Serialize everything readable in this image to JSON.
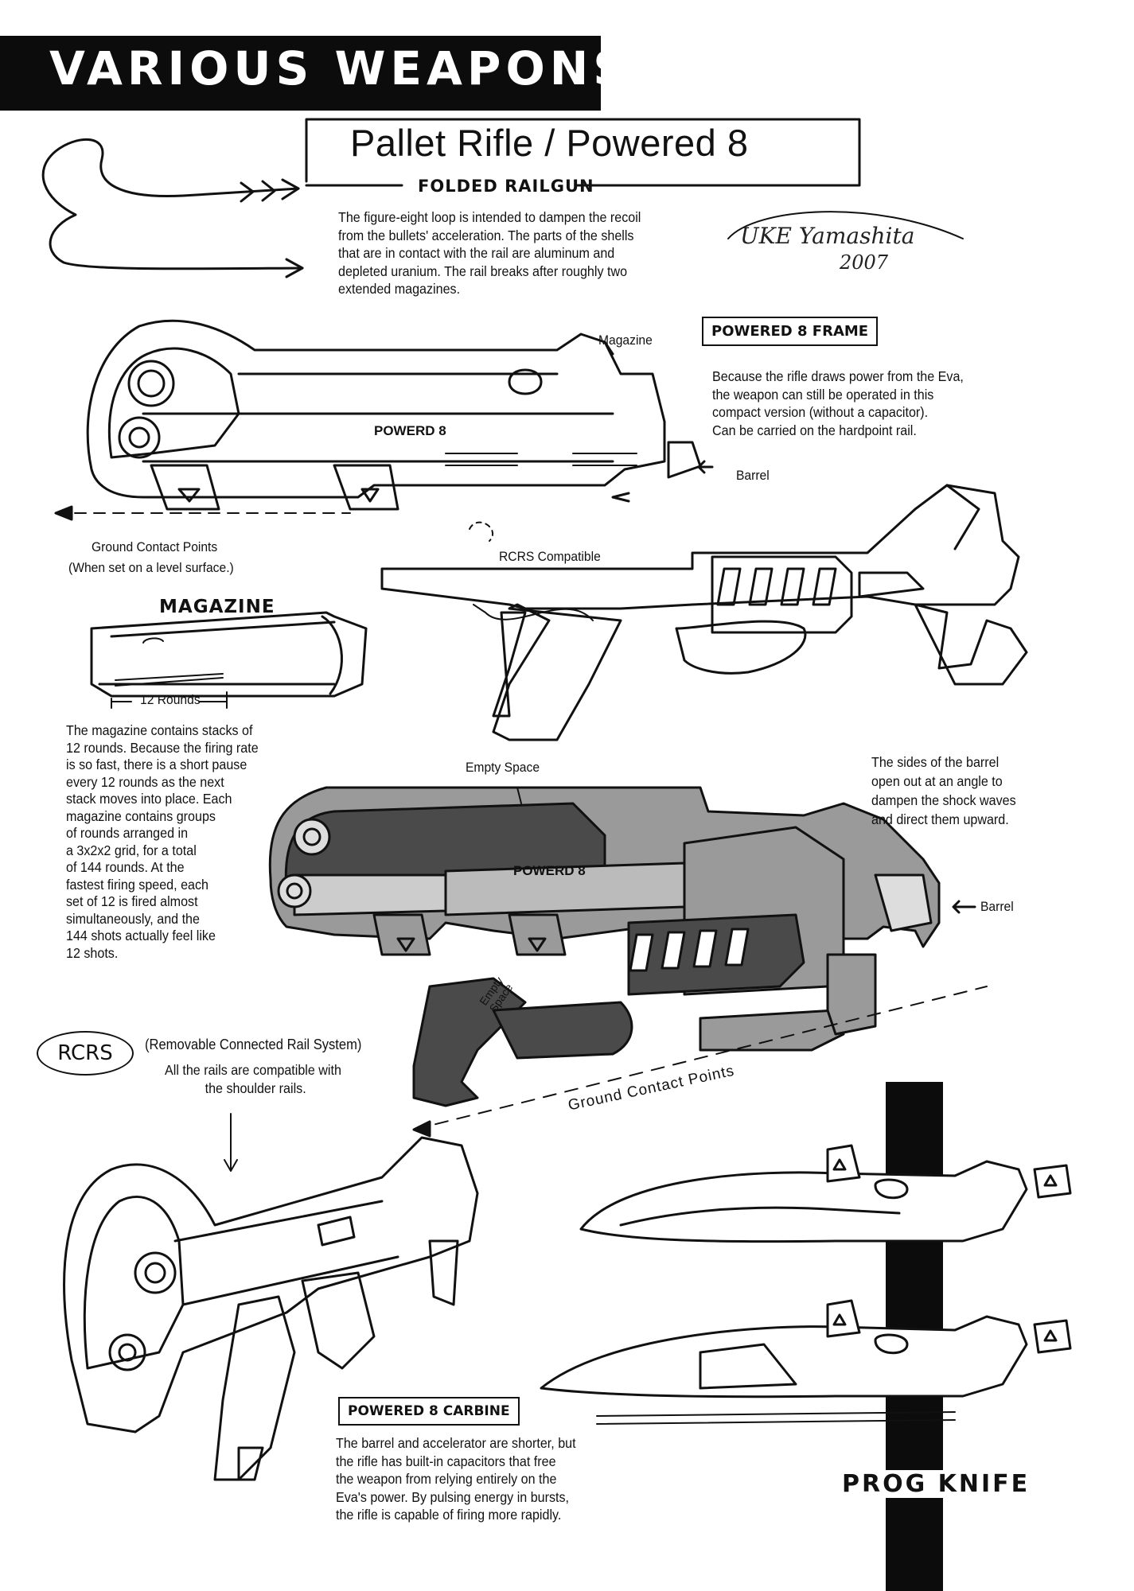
{
  "header": {
    "title": "VARIOUS WEAPONS"
  },
  "title": {
    "main": "Pallet Rifle  /  Powered 8",
    "subtitle": "FOLDED RAILGUN"
  },
  "intro": {
    "lines": [
      "The figure-eight loop is intended to dampen the recoil",
      "from the bullets' acceleration. The parts of the shells",
      "that are in contact with the rail are aluminum and",
      "depleted uranium. The rail breaks after roughly two",
      "extended magazines."
    ]
  },
  "signature": {
    "name": "UKE Yamashita",
    "year": "2007"
  },
  "frame_section": {
    "label": "POWERED 8 FRAME",
    "lines": [
      "Because the rifle draws power from the Eva,",
      "the weapon can still be operated in this",
      "compact version (without a capacitor).",
      "Can be carried on the hardpoint rail."
    ]
  },
  "labels": {
    "magazine": "Magazine",
    "barrel_top": "Barrel",
    "barrel_mid": "Barrel",
    "ground_contact_line1": "Ground Contact Points",
    "ground_contact_line2": "(When set on a level surface.)",
    "rcrs_compatible": "RCRS Compatible",
    "empty_space_top": "Empty Space",
    "empty_space_grip_1": "Empty",
    "empty_space_grip_2": "Space",
    "ground_contact_rot": "Ground Contact Points",
    "rifle_logo_1": "POWERD 8",
    "rifle_logo_2": "POWERD 8"
  },
  "magazine_section": {
    "title": "MAGAZINE",
    "rounds_label": "12 Rounds",
    "lines": [
      "The magazine contains stacks of",
      "12 rounds. Because the firing rate",
      "is so fast, there is a short pause",
      "every 12 rounds as the next",
      "stack moves into place. Each",
      "magazine contains groups",
      "of rounds arranged in",
      "a 3x2x2 grid, for a total",
      "of 144 rounds. At the",
      "fastest firing speed, each",
      "set of 12 is fired almost",
      "simultaneously, and the",
      "144 shots actually feel like",
      "12 shots."
    ]
  },
  "barrel_note": {
    "lines": [
      "The sides of the barrel",
      "open out at an angle to",
      "dampen the shock waves",
      "and direct them upward."
    ]
  },
  "rcrs": {
    "badge": "RCRS",
    "title": "(Removable Connected Rail System)",
    "lines": [
      "All the rails are compatible with",
      "the shoulder rails."
    ]
  },
  "carbine": {
    "label": "POWERED 8 CARBINE",
    "lines": [
      "The barrel and accelerator are shorter, but",
      "the rifle has built-in capacitors that free",
      "the weapon from relying entirely on the",
      "Eva's power. By pulsing energy in bursts,",
      "the rifle is capable of firing more rapidly."
    ]
  },
  "knife": {
    "title": "PROG KNIFE"
  },
  "colors": {
    "ink": "#111111",
    "gray_fill": "#9a9a9a",
    "dark_fill": "#4a4a4a",
    "paper": "#ffffff"
  }
}
